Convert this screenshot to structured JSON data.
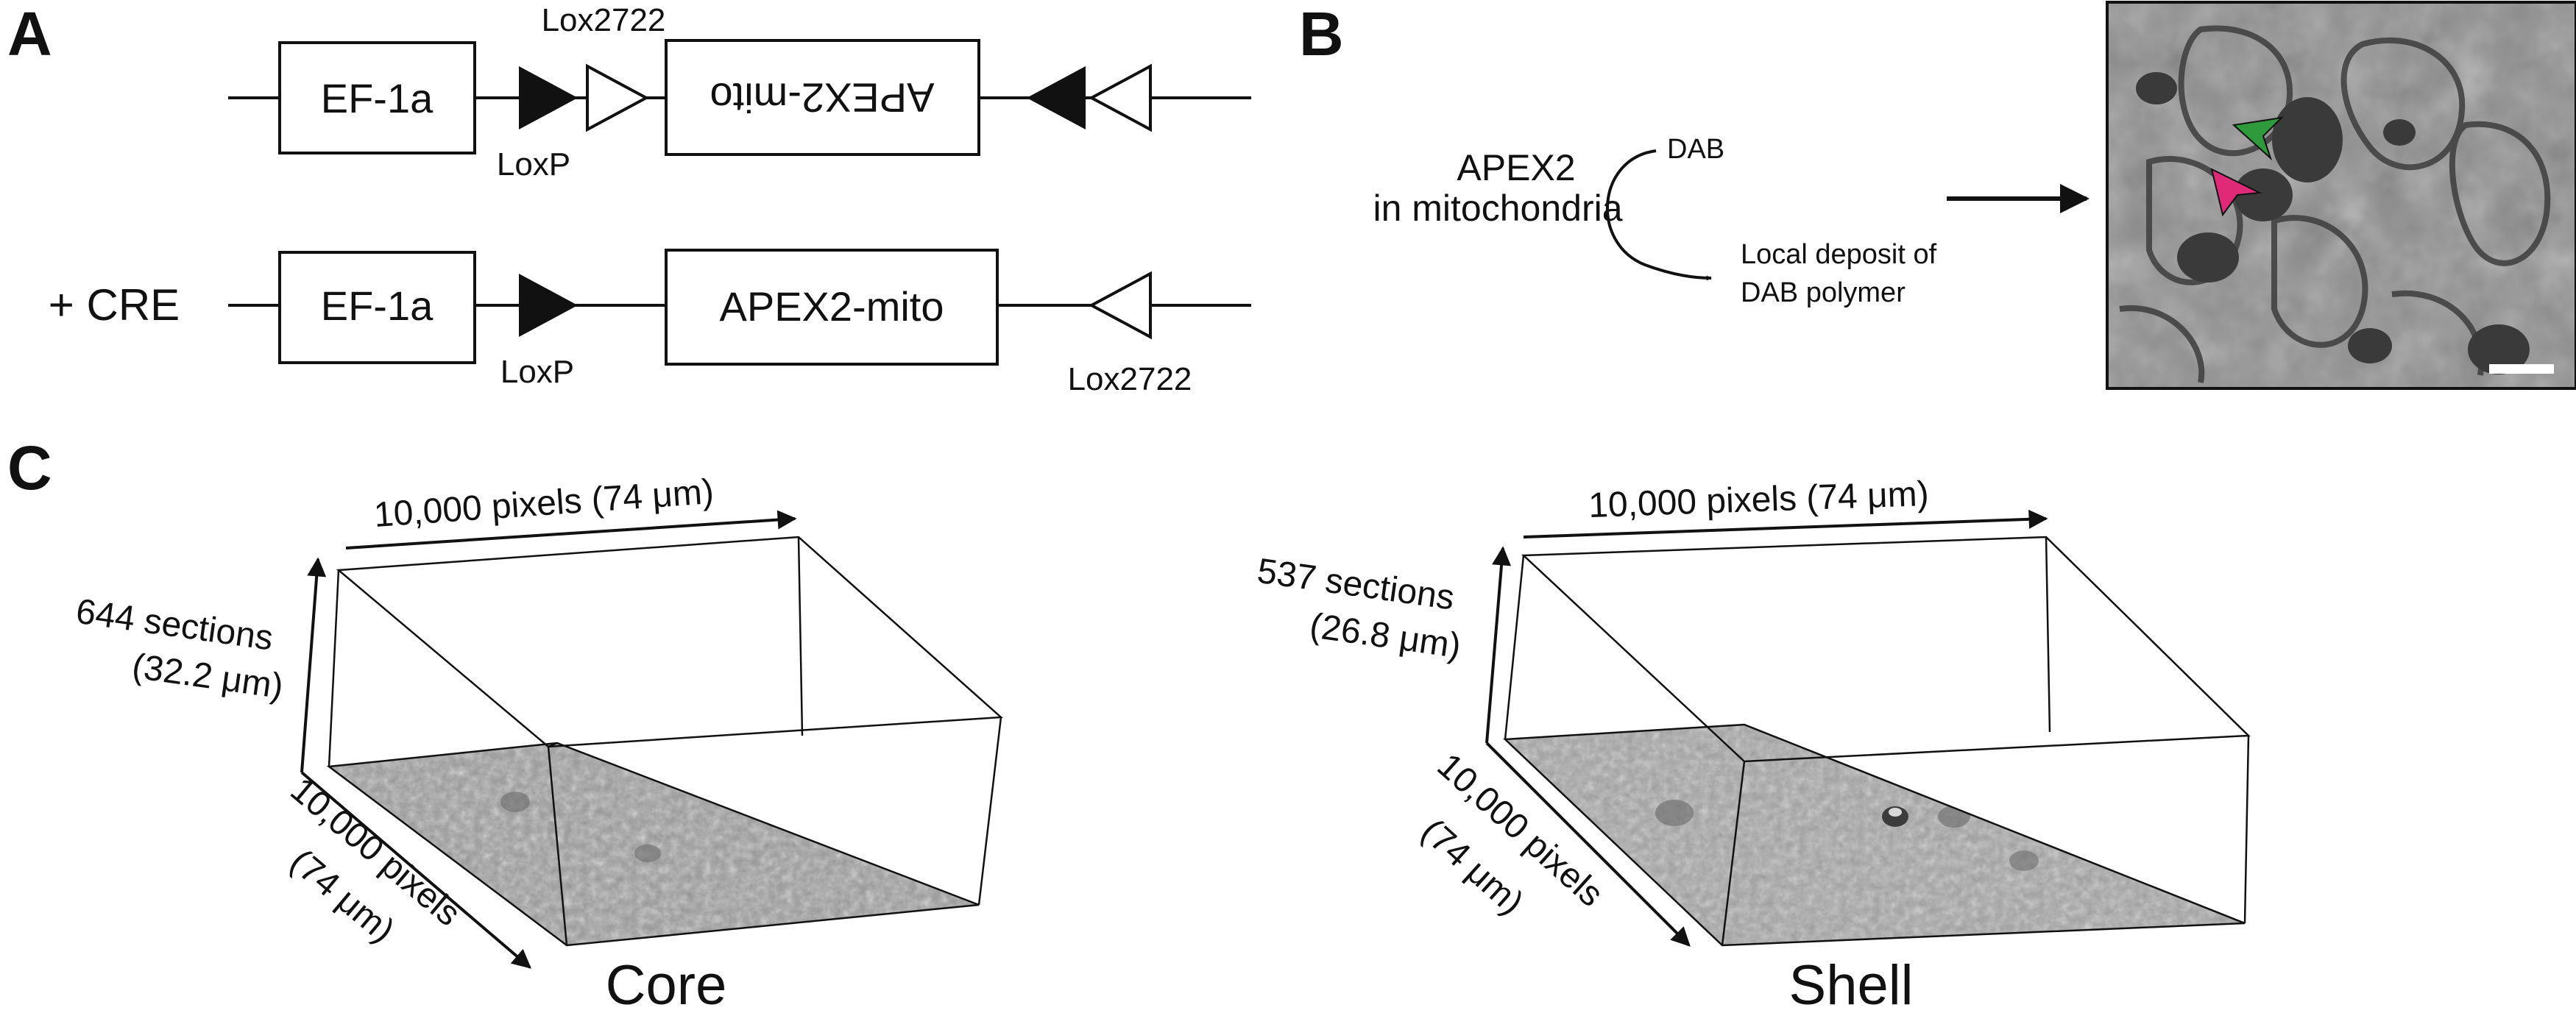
{
  "panels": {
    "a": {
      "letter": "A",
      "row1": {
        "promoter": "EF-1a",
        "gene": "APEX2-mito",
        "gene_orientation": "inverted",
        "label_top": "Lox2722",
        "label_bottom": "LoxP"
      },
      "row2": {
        "prefix": "+ CRE",
        "promoter": "EF-1a",
        "gene": "APEX2-mito",
        "label_loxp": "LoxP",
        "label_lox2722": "Lox2722"
      }
    },
    "b": {
      "letter": "B",
      "enzyme_line1": "APEX2",
      "enzyme_line2": "in mitochondria",
      "substrate": "DAB",
      "product_line1": "Local deposit of",
      "product_line2": "DAB polymer",
      "arrowhead_colors": {
        "green": "#2f9a3c",
        "magenta": "#e02a78"
      },
      "micrograph": "electron micrograph of DAB-labeled mitochondria with scale bar"
    },
    "c": {
      "letter": "C",
      "core": {
        "title": "Core",
        "top": "10,000 pixels (74 μm)",
        "z_line1": "644 sections",
        "z_line2": "(32.2 μm)",
        "depth_line1": "10,000 pixels",
        "depth_line2": "(74 μm)"
      },
      "shell": {
        "title": "Shell",
        "top": "10,000 pixels (74 μm)",
        "z_line1": "537 sections",
        "z_line2": "(26.8 μm)",
        "depth_line1": "10,000 pixels",
        "depth_line2": "(74 μm)"
      }
    }
  }
}
